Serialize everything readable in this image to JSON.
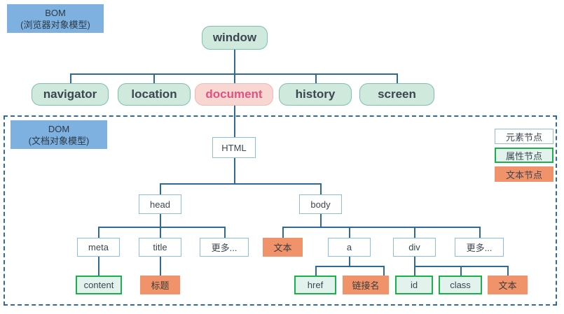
{
  "diagram": {
    "title": "BOM and DOM structure tree",
    "colors": {
      "pill_fill": "#cfe9dd",
      "pill_border": "#7fbfae",
      "highlight_fill": "#f8d6d2",
      "highlight_text": "#e0527f",
      "element_border": "#8dc0d8",
      "attribute_border": "#18b24a",
      "attribute_fill": "#e3f2ec",
      "text_node_fill": "#f1936a",
      "section_label_fill": "#7eb0e0",
      "connector": "#2f6a96",
      "dashed_region": "#2f6aa8"
    }
  },
  "sections": {
    "bom": {
      "abbr": "BOM",
      "full": "(浏览器对象模型)",
      "label": "BOM\n(浏览器对象模型)"
    },
    "dom": {
      "abbr": "DOM",
      "full": "(文档对象模型)",
      "label": "DOM\n(文档对象模型)"
    }
  },
  "bom_tree": {
    "root": {
      "label": "window"
    },
    "children": [
      {
        "label": "navigator",
        "highlight": false
      },
      {
        "label": "location",
        "highlight": false
      },
      {
        "label": "document",
        "highlight": true
      },
      {
        "label": "history",
        "highlight": false
      },
      {
        "label": "screen",
        "highlight": false
      }
    ]
  },
  "dom_tree": {
    "root": {
      "label": "HTML",
      "type": "element"
    },
    "level2": [
      {
        "label": "head",
        "type": "element"
      },
      {
        "label": "body",
        "type": "element"
      }
    ],
    "head_children": [
      {
        "label": "meta",
        "type": "element"
      },
      {
        "label": "title",
        "type": "element"
      },
      {
        "label": "更多...",
        "type": "element"
      }
    ],
    "body_children": [
      {
        "label": "文本",
        "type": "text"
      },
      {
        "label": "a",
        "type": "element"
      },
      {
        "label": "div",
        "type": "element"
      },
      {
        "label": "更多...",
        "type": "element"
      }
    ],
    "leaves": [
      {
        "label": "content",
        "type": "attribute",
        "parent": "meta"
      },
      {
        "label": "标题",
        "type": "text",
        "parent": "title"
      },
      {
        "label": "href",
        "type": "attribute",
        "parent": "a"
      },
      {
        "label": "链接名",
        "type": "text",
        "parent": "a"
      },
      {
        "label": "id",
        "type": "attribute",
        "parent": "div"
      },
      {
        "label": "class",
        "type": "attribute",
        "parent": "div"
      },
      {
        "label": "文本",
        "type": "text",
        "parent": "div"
      }
    ]
  },
  "legend": {
    "items": [
      {
        "label": "元素节点",
        "type": "element"
      },
      {
        "label": "属性节点",
        "type": "attribute"
      },
      {
        "label": "文本节点",
        "type": "text"
      }
    ]
  }
}
